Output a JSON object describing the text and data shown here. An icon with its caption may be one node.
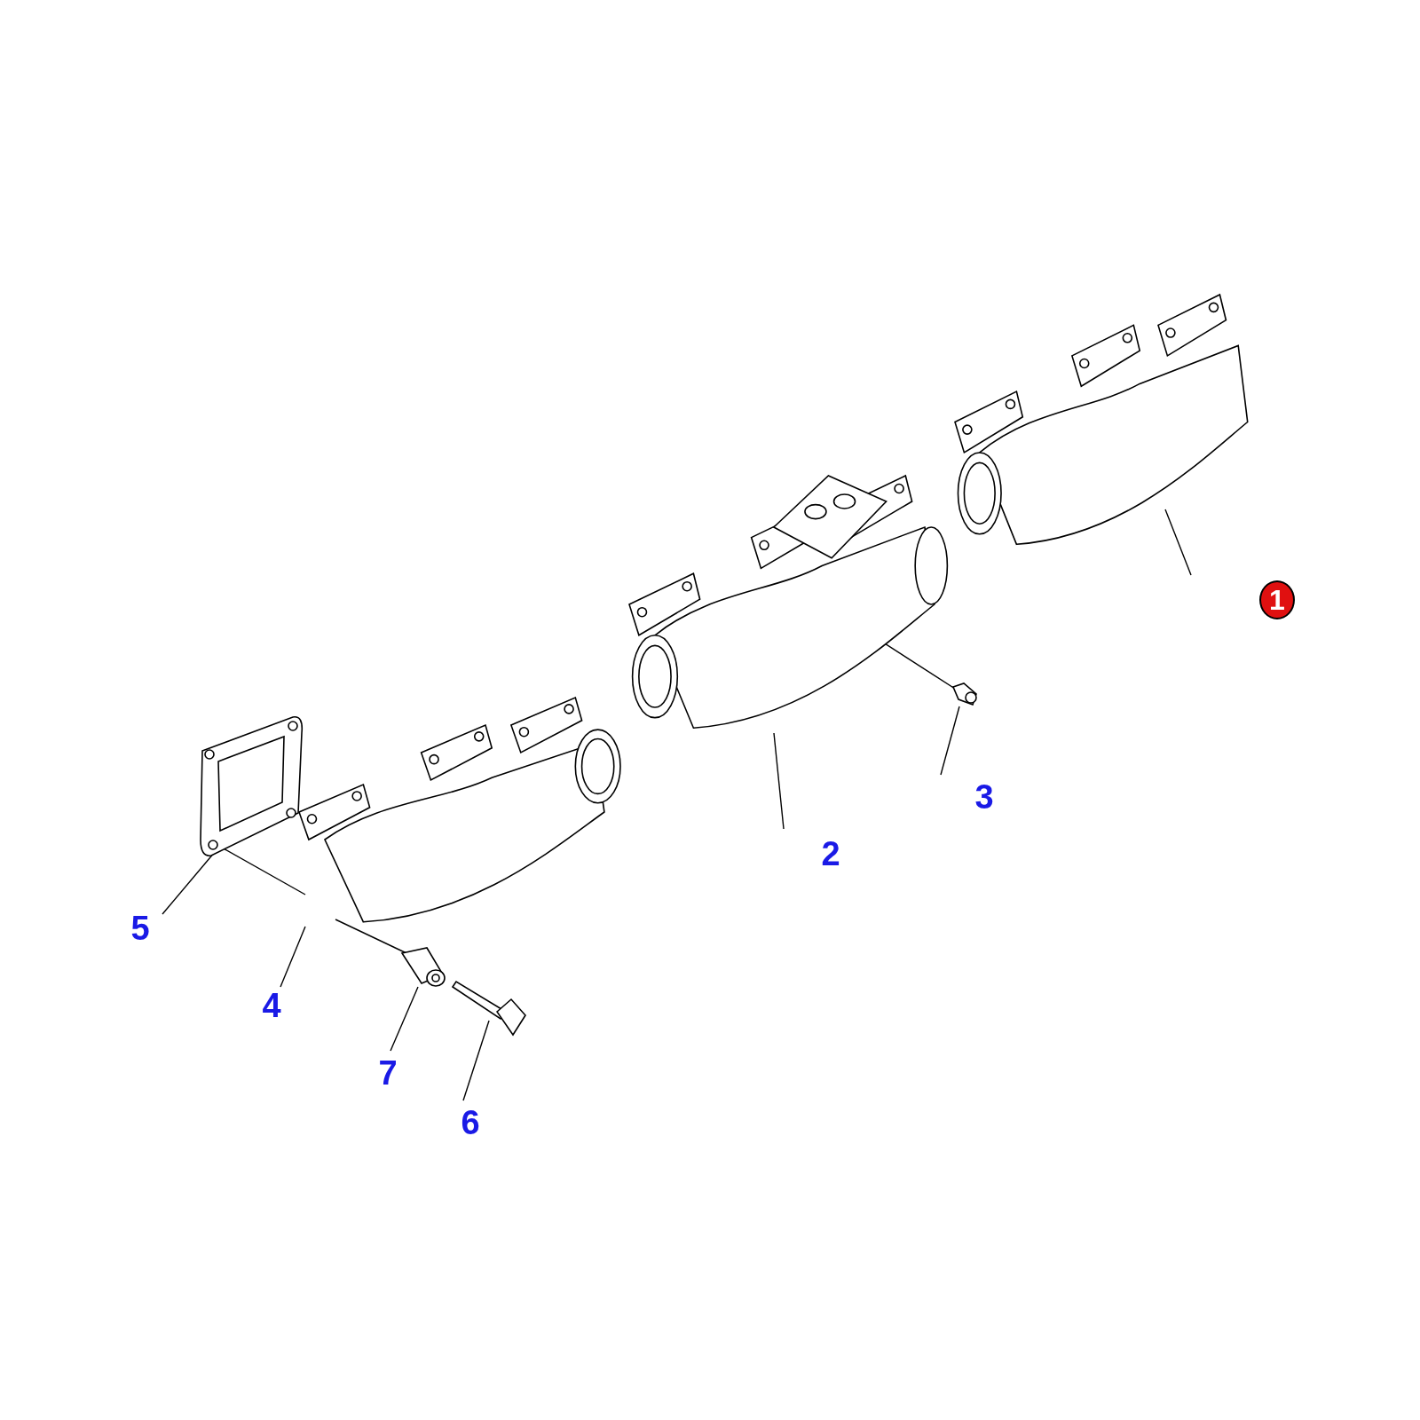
{
  "diagram": {
    "nodes": [
      {
        "text": [
          "1"
        ]
      },
      {
        "text": [
          "2"
        ]
      },
      {
        "text": [
          "3"
        ]
      },
      {
        "text": [
          "4"
        ]
      },
      {
        "text": [
          "5"
        ]
      },
      {
        "text": [
          "6"
        ]
      },
      {
        "text": [
          "7"
        ]
      },
      {
        "text": [],
        "shape": "picture"
      },
      {
        "text": [],
        "shape": "picture"
      },
      {
        "text": [],
        "shape": "picture"
      },
      {
        "text": [],
        "shape": "picture"
      },
      {
        "text": [],
        "shape": "picture"
      },
      {
        "text": [],
        "shape": "picture"
      },
      {
        "text": [],
        "shape": "picture"
      }
    ],
    "edges": [
      {
        "from": 0,
        "to": 7,
        "arrow": "none"
      },
      {
        "from": 1,
        "to": 8,
        "arrow": "none"
      },
      {
        "from": 2,
        "to": 9,
        "arrow": "none"
      },
      {
        "from": 3,
        "to": 10,
        "arrow": "none"
      },
      {
        "from": 4,
        "to": 11,
        "arrow": "none"
      },
      {
        "from": 5,
        "to": 12,
        "arrow": "none"
      },
      {
        "from": 6,
        "to": 13,
        "arrow": "none"
      },
      {
        "from": 11,
        "to": 10,
        "arrow": "none"
      },
      {
        "from": 10,
        "to": 13,
        "arrow": "none"
      },
      {
        "from": 8,
        "to": 9,
        "arrow": "none"
      }
    ]
  }
}
